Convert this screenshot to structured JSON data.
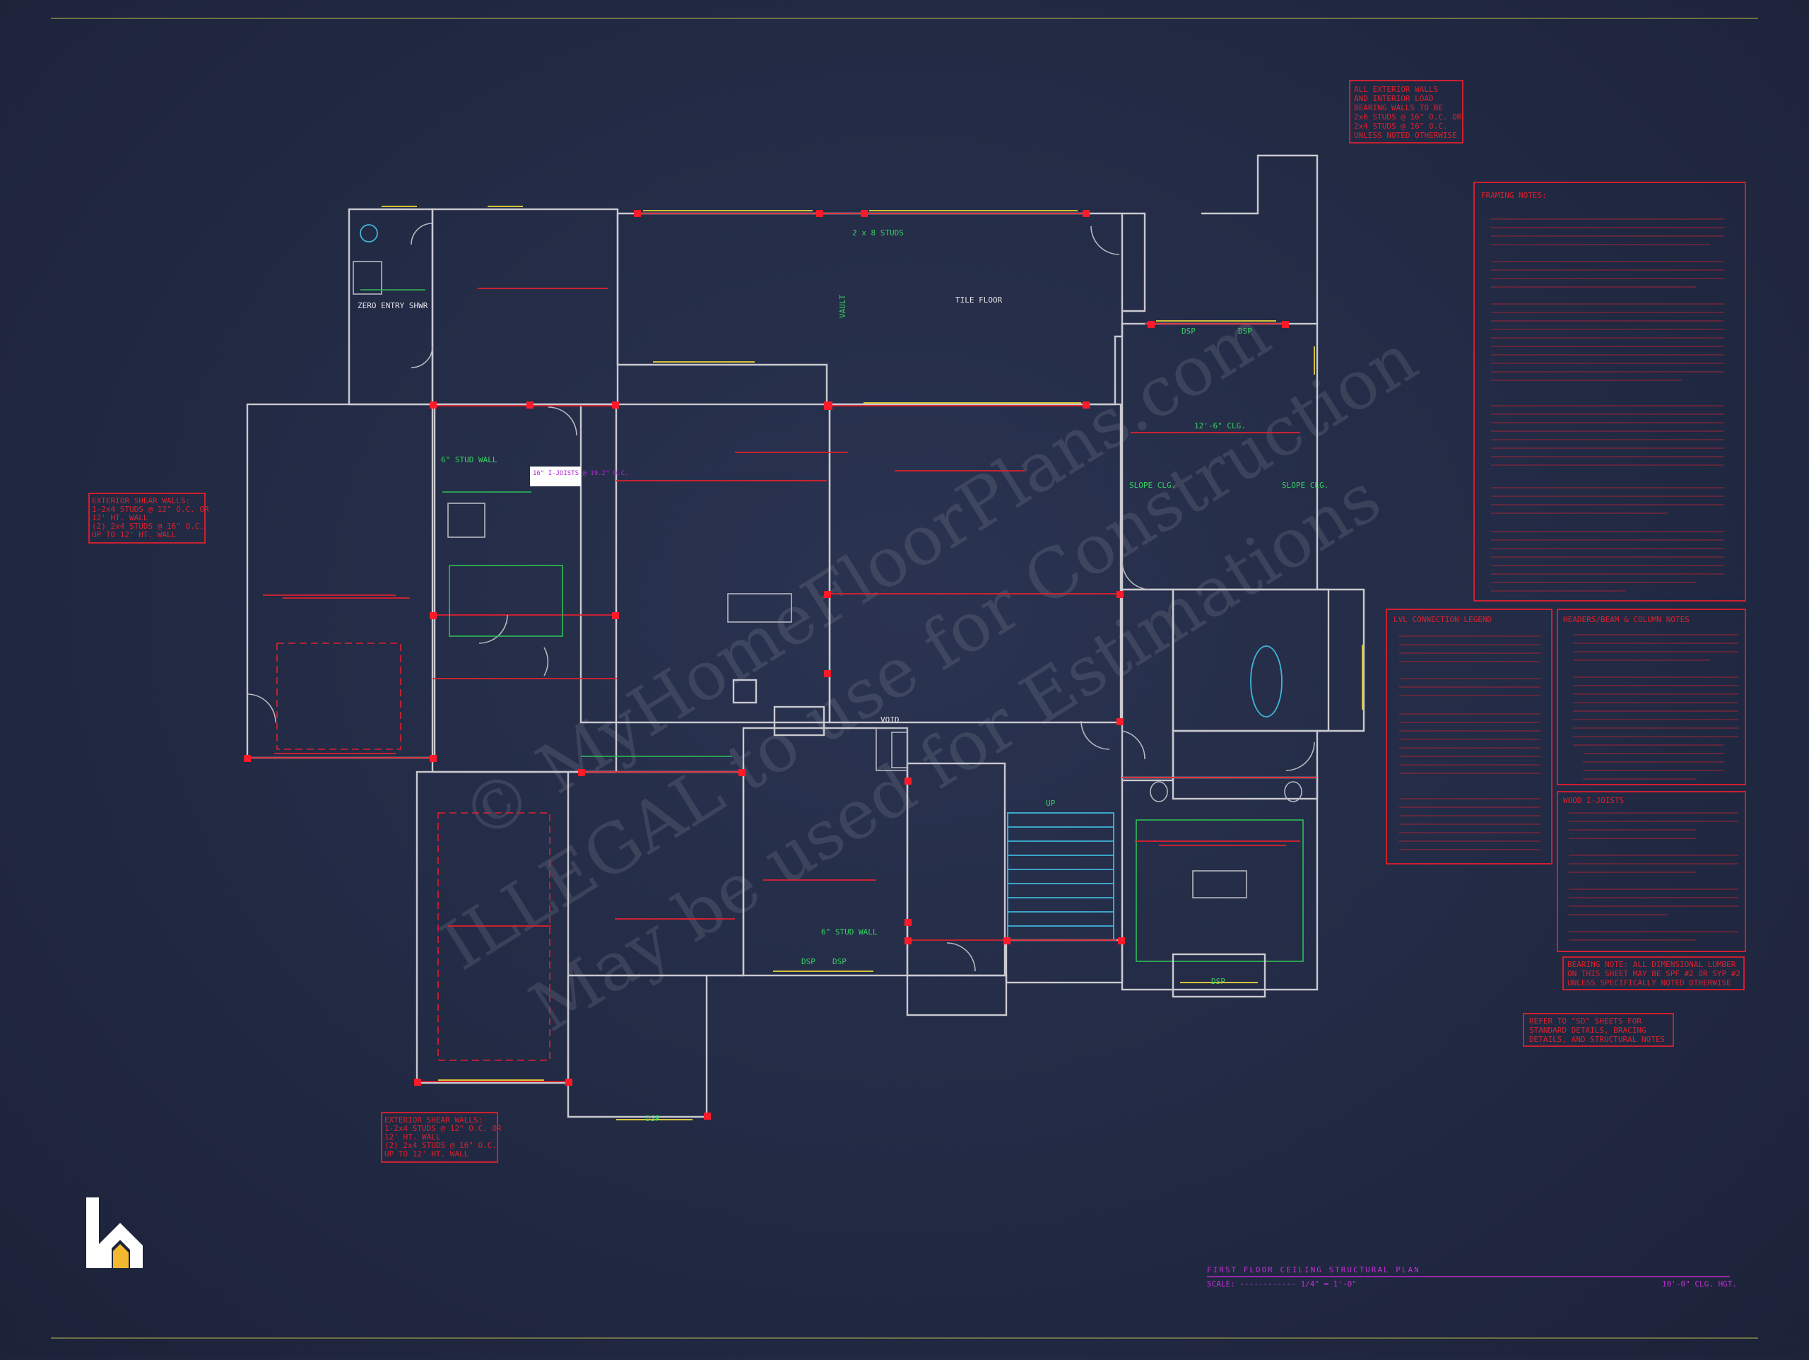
{
  "sheet": {
    "title": "FIRST FLOOR CEILING STRUCTURAL PLAN",
    "scale": "SCALE: ------------ 1/4\" = 1'-0\"",
    "ceiling_height": "10'-0\" CLG. HGT.",
    "watermark_lines": [
      "© MyHomeFloorPlans.com",
      "ILLEGAL to use for Construction",
      "May be used for Estimations"
    ]
  },
  "labels": {
    "tile_floor": "TILE FLOOR",
    "studs": "2 x 8 STUDS",
    "zero_entry": "ZERO ENTRY SHWR",
    "stud_wall_1": "6\" STUD WALL",
    "stud_wall_2": "6\" STUD WALL",
    "joists_tag": "16\" I-JOISTS @ 19.2\" O.C.",
    "ceiling_height": "12'-6\" CLG.",
    "slope_left": "SLOPE CLG.",
    "slope_right": "SLOPE CLG.",
    "void": "VOID",
    "vault": "VAULT",
    "up": "UP",
    "dsp_1": "DSP",
    "dsp_2": "DSP",
    "dsp_3": "DSP",
    "dsp_4": "DSP",
    "dsp_5": "DSP",
    "dsp_6": "DSP"
  },
  "notes": {
    "top_note": [
      "ALL EXTERIOR WALLS",
      "AND INTERIOR LOAD",
      "BEARING WALLS TO BE",
      "2x6 STUDS @ 16\" O.C. OR",
      "2x4 STUDS @ 16\" O.C.",
      "UNLESS NOTED OTHERWISE"
    ],
    "framing_title": "FRAMING NOTES:",
    "lvl_title": "LVL CONNECTION LEGEND",
    "header_title": "HEADERS/BEAM & COLUMN NOTES",
    "wood_title": "WOOD I-JOISTS",
    "bearing_note": [
      "BEARING NOTE: ALL DIMENSIONAL LUMBER",
      "ON THIS SHEET MAY BE SPF #2 OR SYP #2",
      "UNLESS SPECIFICALLY NOTED OTHERWISE"
    ],
    "refer_note": [
      "REFER TO \"SD\" SHEETS FOR",
      "STANDARD DETAILS, BRACING",
      "DETAILS, AND STRUCTURAL NOTES"
    ],
    "garage_note_left": [
      "EXTERIOR SHEAR WALLS:",
      "1-2x4 STUDS @ 12\" O.C. OR",
      "12' HT. WALL",
      "(2) 2x4 STUDS @ 16\" O.C.",
      "UP TO 12' HT. WALL"
    ],
    "garage_note_bottom": [
      "EXTERIOR SHEAR WALLS:",
      "1-2x4 STUDS @ 12\" O.C. OR",
      "12' HT. WALL",
      "(2) 2x4 STUDS @ 16\" O.C.",
      "UP TO 12' HT. WALL"
    ]
  },
  "logo": {
    "alt": "logo-mark"
  }
}
